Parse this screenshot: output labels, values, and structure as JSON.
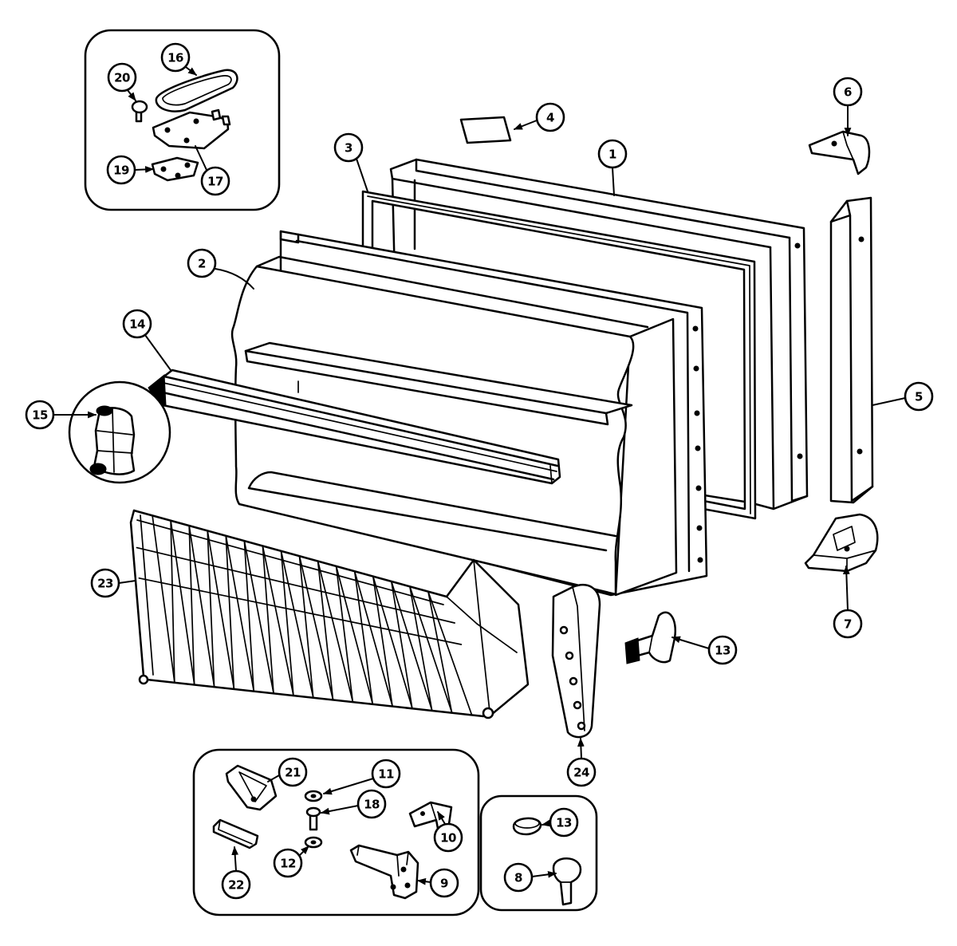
{
  "callouts": {
    "part_1": "1",
    "part_2": "2",
    "part_3": "3",
    "part_4": "4",
    "part_5": "5",
    "part_6": "6",
    "part_7": "7",
    "part_8": "8",
    "part_9": "9",
    "part_10": "10",
    "part_11": "11",
    "part_12": "12",
    "part_13_upper": "13",
    "part_13_lower": "13",
    "part_14": "14",
    "part_15": "15",
    "part_16": "16",
    "part_17": "17",
    "part_18": "18",
    "part_19": "19",
    "part_20": "20",
    "part_21": "21",
    "part_22": "22",
    "part_23": "23",
    "part_24": "24"
  }
}
